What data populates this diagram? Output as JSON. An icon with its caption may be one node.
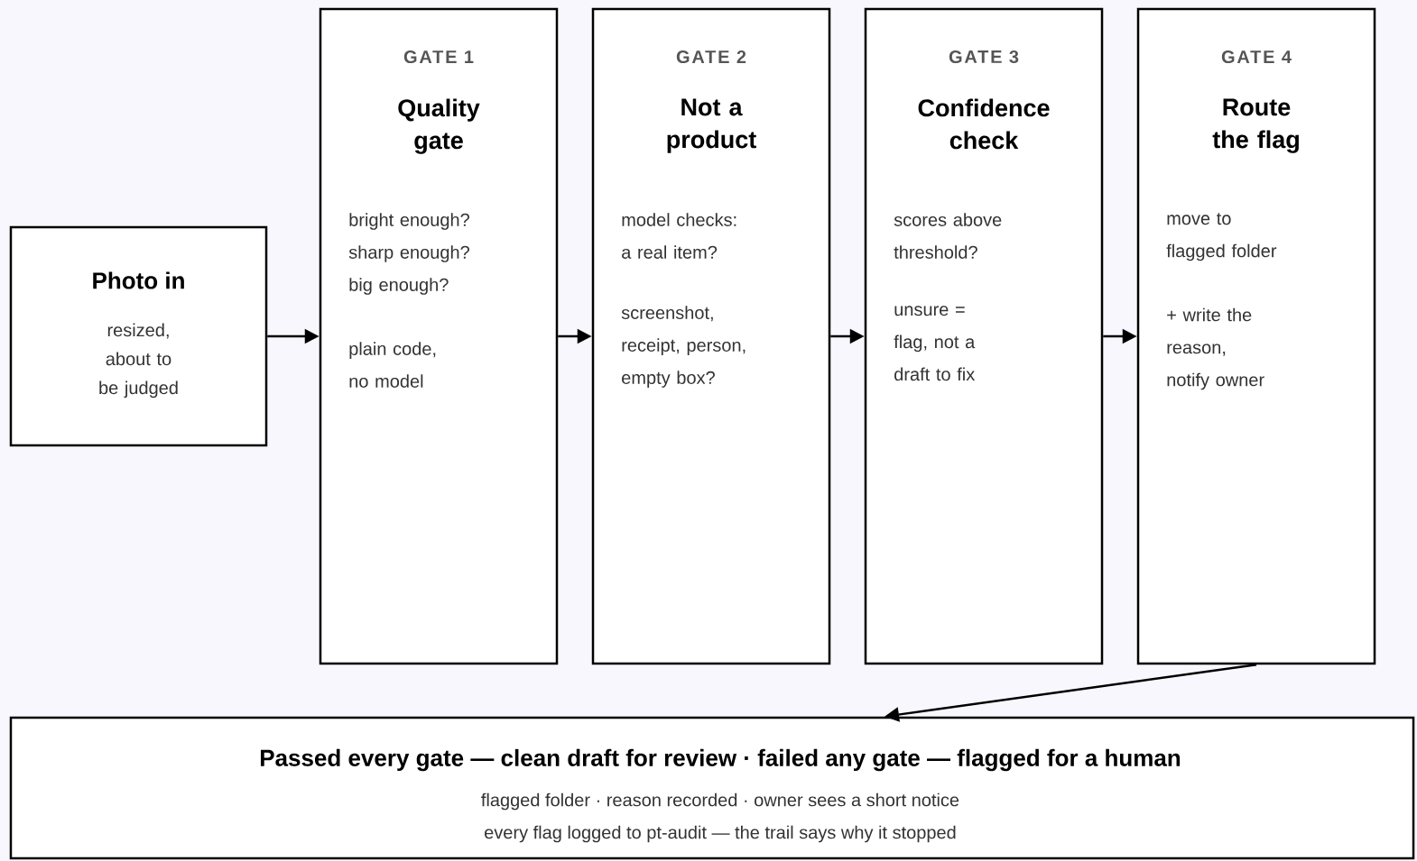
{
  "diagram": {
    "nodes": [
      {
        "text": [
          "Photo in",
          "resized, about to be judged"
        ]
      },
      {
        "text": [
          "GATE 1",
          "Quality gate",
          "bright enough? sharp enough? big enough?",
          "plain code, no model"
        ]
      },
      {
        "text": [
          "GATE 2",
          "Not a product",
          "model checks: a real item?",
          "screenshot, receipt, person, empty box?"
        ]
      },
      {
        "text": [
          "GATE 3",
          "Confidence check",
          "scores above threshold?",
          "unsure = flag, not a draft to fix"
        ]
      },
      {
        "text": [
          "GATE 4",
          "Route the flag",
          "move to flagged folder",
          "+ write the reason, notify owner"
        ]
      },
      {
        "text": [
          "Passed every gate — clean draft for review · failed any gate — flagged for a human",
          "flagged folder · reason recorded · owner sees a short notice",
          "every flag logged to pt-audit — the trail says why it stopped"
        ]
      }
    ],
    "edges": [
      {
        "from": 0,
        "to": 1,
        "arrow": "to"
      },
      {
        "from": 1,
        "to": 2,
        "arrow": "to"
      },
      {
        "from": 2,
        "to": 3,
        "arrow": "to"
      },
      {
        "from": 3,
        "to": 4,
        "arrow": "to"
      },
      {
        "from": 4,
        "to": 5,
        "arrow": "to"
      }
    ]
  }
}
